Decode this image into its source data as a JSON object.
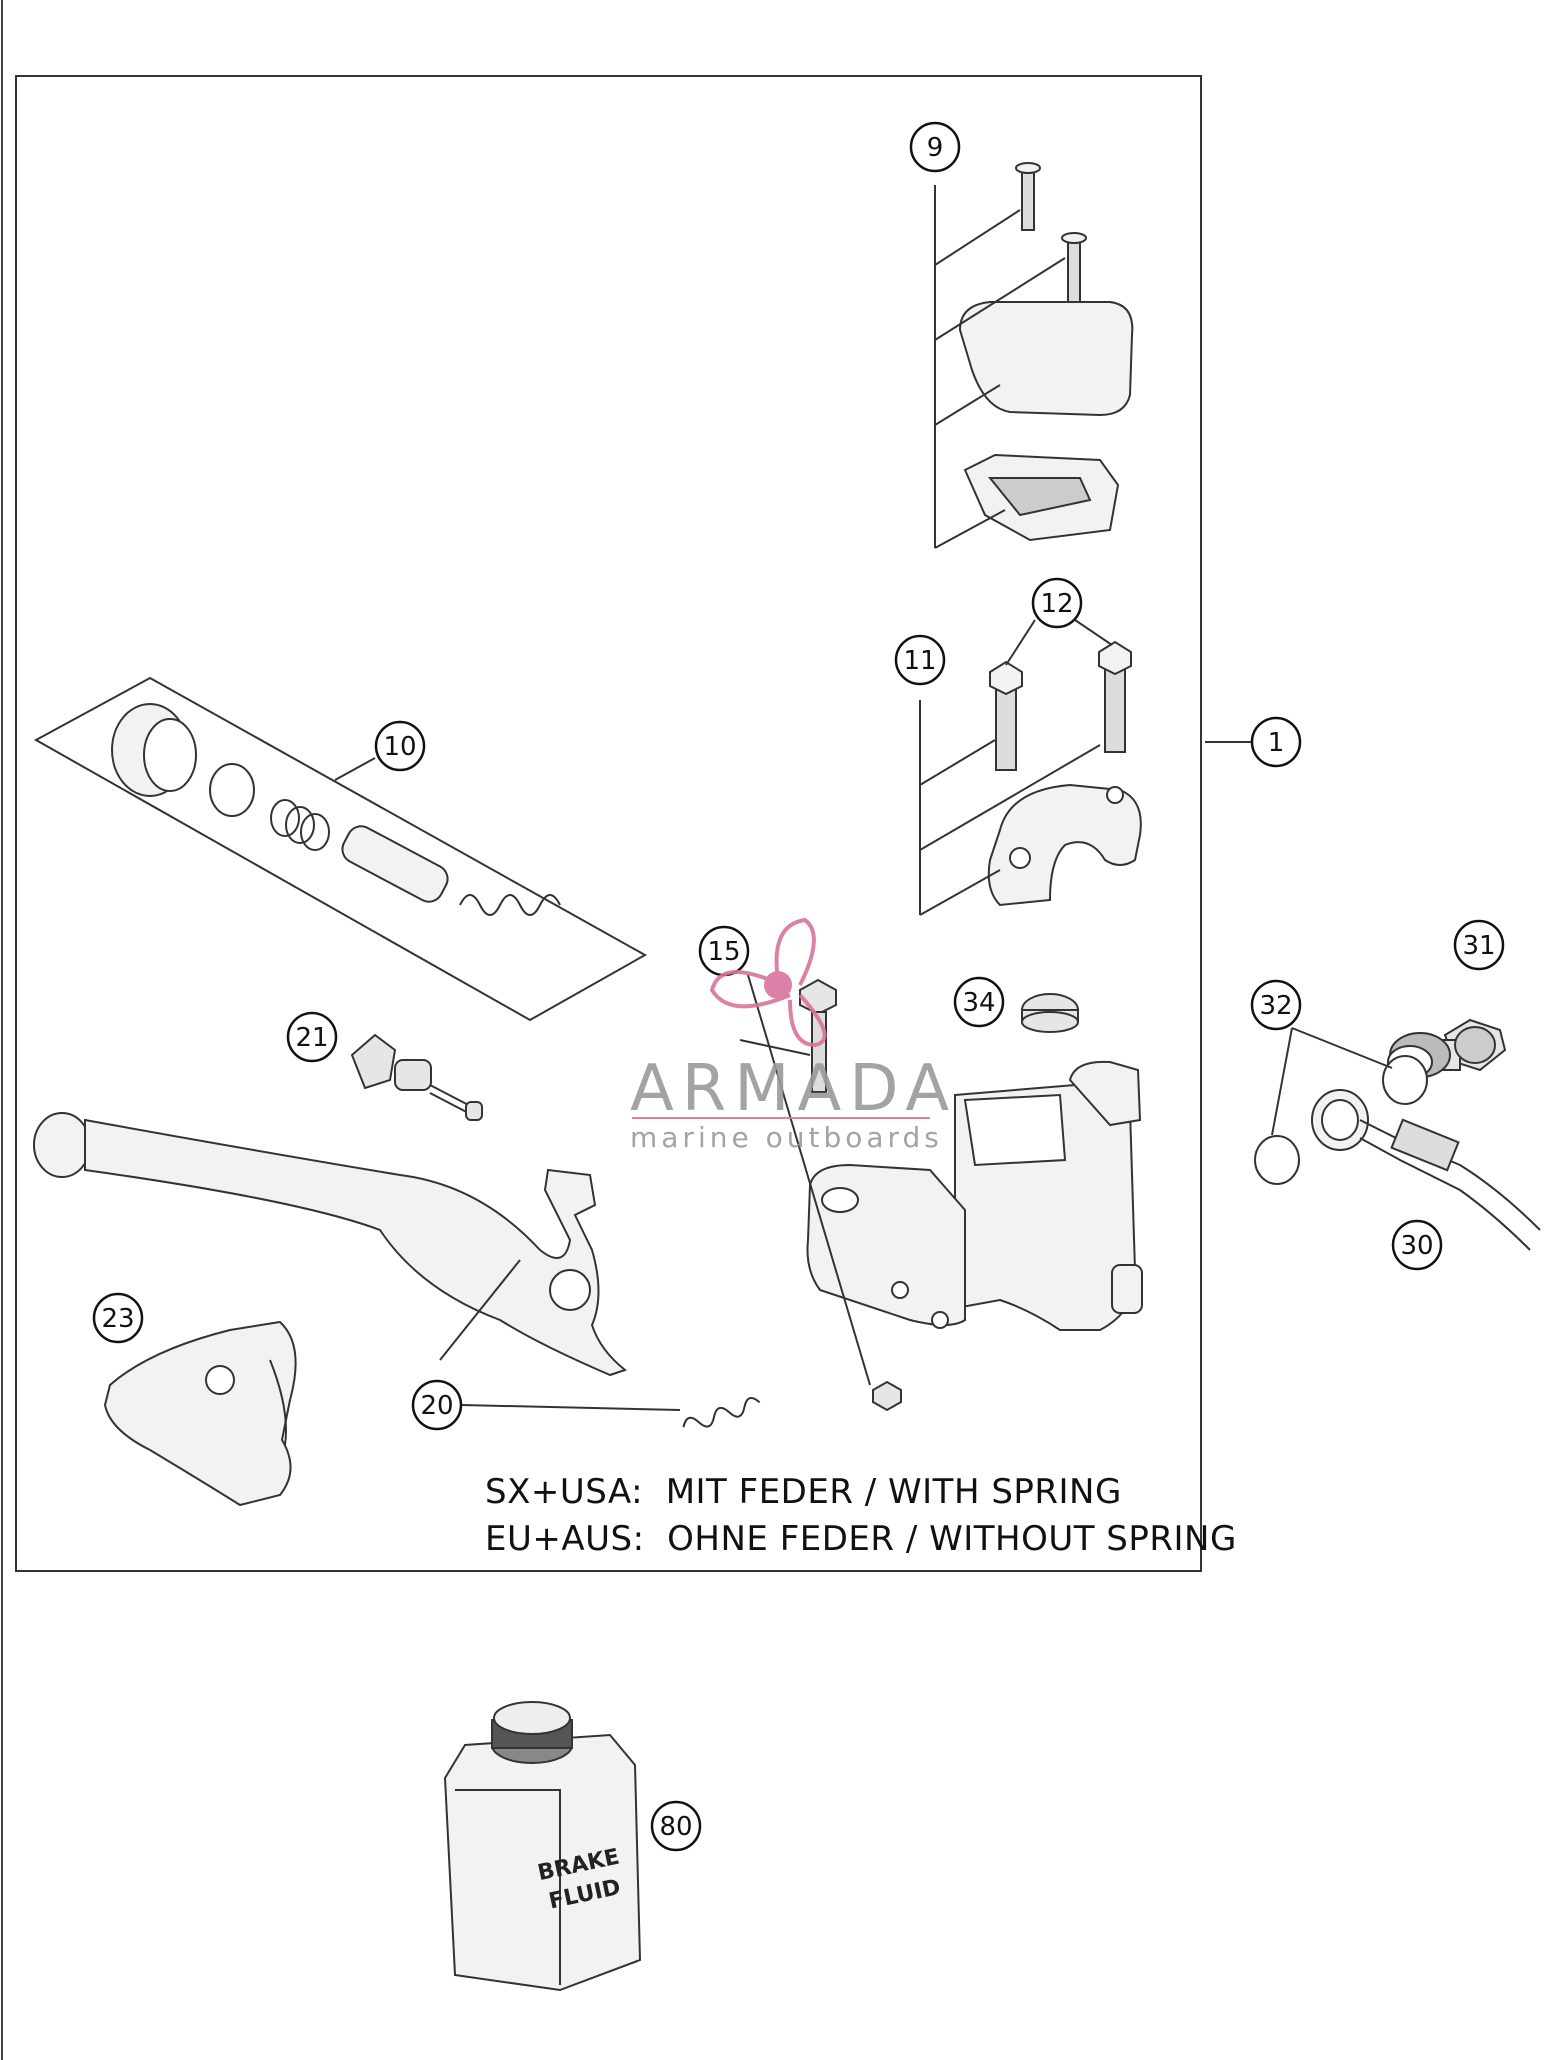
{
  "callouts": {
    "c1": "1",
    "c9": "9",
    "c10": "10",
    "c11": "11",
    "c12": "12",
    "c15": "15",
    "c20": "20",
    "c21": "21",
    "c23": "23",
    "c30": "30",
    "c31": "31",
    "c32": "32",
    "c34": "34",
    "c80": "80"
  },
  "notes": {
    "line1": "SX+USA:  MIT FEDER / WITH SPRING",
    "line2": "EU+AUS:  OHNE FEDER / WITHOUT SPRING"
  },
  "watermark": {
    "brand": "ARMADA",
    "tagline": "marine outboards",
    "accent_color": "#d9739e"
  },
  "brake_fluid": {
    "line1": "BRAKE",
    "line2": "FLUID"
  }
}
